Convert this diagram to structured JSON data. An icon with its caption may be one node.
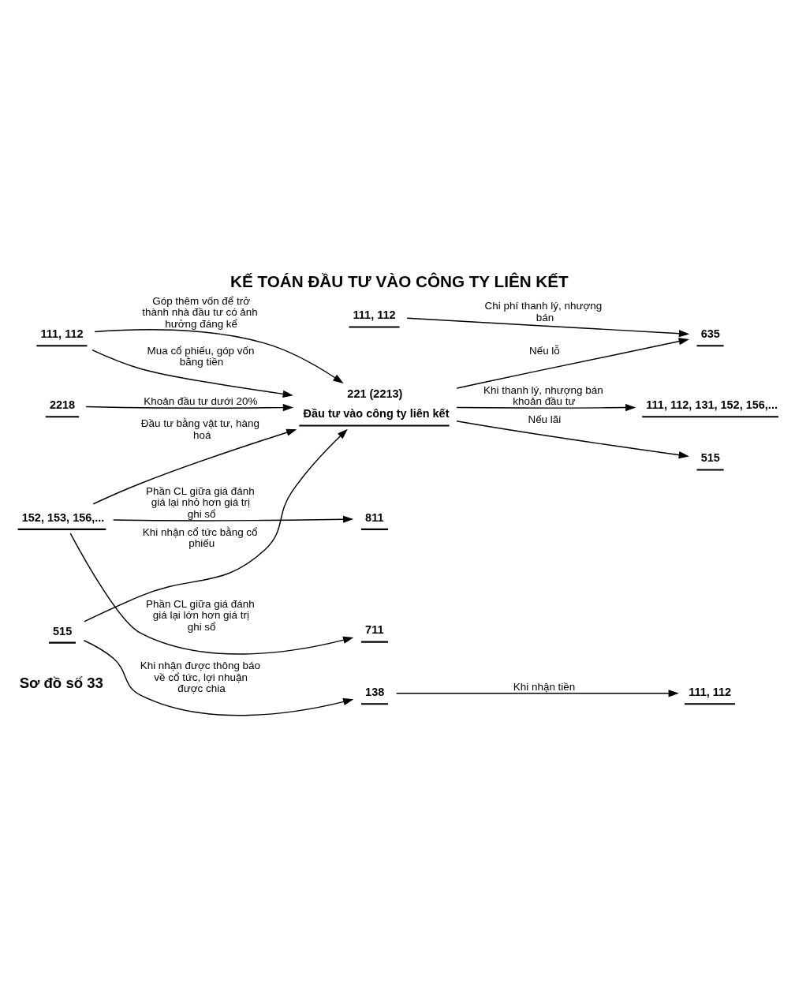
{
  "diagram": {
    "title": "KẾ TOÁN ĐẦU TƯ VÀO CÔNG TY LIÊN KẾT",
    "nodes": [
      {
        "text": [
          "111, 112"
        ]
      },
      {
        "text": [
          "221 (2213)",
          "Đầu tư vào công ty liên kết"
        ]
      },
      {
        "text": [
          "111, 112, 131, 152, 156,..."
        ]
      },
      {
        "text": [
          "515"
        ]
      },
      {
        "text": [
          "2218"
        ]
      },
      {
        "text": [
          "635"
        ]
      },
      {
        "text": [
          "152, 153, 156,..."
        ]
      },
      {
        "text": [
          "811"
        ]
      },
      {
        "text": [
          "111, 112"
        ]
      },
      {
        "text": [
          "711"
        ]
      },
      {
        "text": [
          "515"
        ]
      },
      {
        "text": [
          "138"
        ]
      },
      {
        "text": [
          "111, 112"
        ]
      }
    ],
    "edges": [
      {
        "from": 0,
        "to": 1,
        "arrow": "to",
        "label": "Mua cổ phiếu, góp vốn bằng tiền"
      },
      {
        "from": 0,
        "to": 1,
        "arrow": "to",
        "label": "Góp thêm vốn để trở thành nhà đầu tư có ảnh hưởng đáng kể"
      },
      {
        "from": 4,
        "to": 1,
        "arrow": "to",
        "label": "Khoản đầu tư dưới 20%"
      },
      {
        "from": 1,
        "to": 2,
        "arrow": "to",
        "label": "Khi thanh lý, nhượng bán khoản đầu tư"
      },
      {
        "from": 1,
        "to": 3,
        "arrow": "to",
        "label": "Nếu lãi"
      },
      {
        "from": 1,
        "to": 5,
        "arrow": "to",
        "label": "Nếu lỗ"
      },
      {
        "from": 8,
        "to": 5,
        "arrow": "to",
        "label": "Chi phí thanh lý, nhượng bán"
      },
      {
        "from": 6,
        "to": 1,
        "arrow": "to",
        "label": "Đầu tư bằng vật tư, hàng hoá"
      },
      {
        "from": 6,
        "to": 7,
        "arrow": "to",
        "label": "Phần CL giữa giá đánh giá lại nhỏ hơn giá trị ghi sổ"
      },
      {
        "from": 6,
        "to": 9,
        "arrow": "to",
        "label": "Phần CL giữa giá đánh giá lại lớn hơn giá trị ghi sổ"
      },
      {
        "from": 10,
        "to": 11,
        "arrow": "to",
        "label": "Khi nhận được thông báo về cổ tức, lợi nhuận được chia"
      },
      {
        "from": 11,
        "to": 12,
        "arrow": "to",
        "label": "Khi nhận tiền"
      },
      {
        "from": 10,
        "to": 1,
        "arrow": "to",
        "label": "Khi nhận cổ tức bằng cổ phiếu"
      }
    ],
    "labels": [
      "Sơ đồ số 33"
    ]
  }
}
